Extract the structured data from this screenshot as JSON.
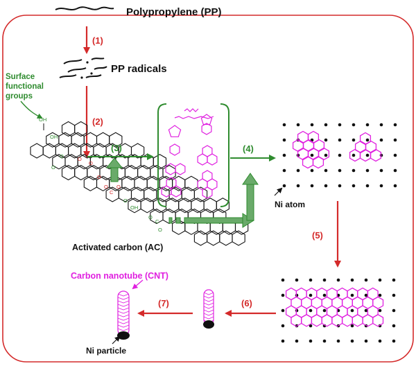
{
  "labels": {
    "pp": "Polypropylene (PP)",
    "pp_radicals": "PP radicals",
    "surface_groups": [
      "Surface",
      "functional",
      "groups"
    ],
    "ac": "Activated carbon (AC)",
    "ni_atom": "Ni atom",
    "cnt": "Carbon nanotube (CNT)",
    "ni_particle": "Ni particle"
  },
  "steps": [
    "(1)",
    "(2)",
    "(3)",
    "(4)",
    "(5)",
    "(6)",
    "(7)"
  ],
  "chem": {
    "oh": "OH",
    "o": "O",
    "c": "C"
  },
  "colors": {
    "frame": "#d42a2a",
    "step_arrow": "#d42a2a",
    "green": "#2e8b2e",
    "magenta": "#e020e0",
    "black": "#111111"
  }
}
